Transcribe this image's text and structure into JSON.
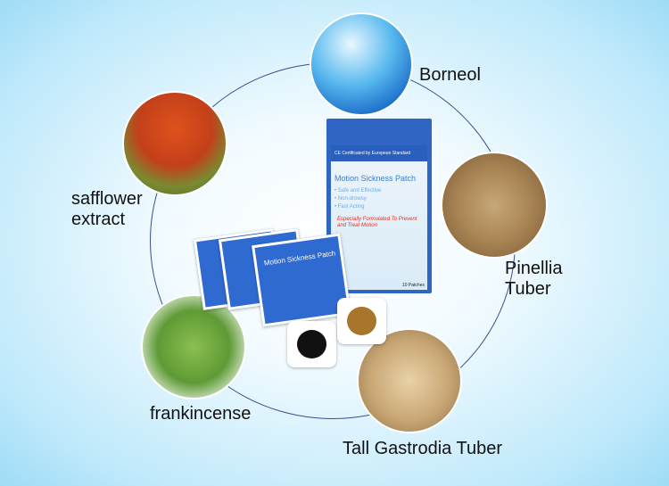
{
  "ingredients": {
    "borneol": "Borneol",
    "safflower": "safflower\nextract",
    "pinellia": "Pinellia\nTuber",
    "frankincense": "frankincense",
    "gastrodia": "Tall Gastrodia Tuber"
  },
  "product": {
    "cert": "CE  Certificated by European Standard",
    "title": "Motion Sickness Patch",
    "bullets": [
      "• Safe and Effective",
      "• Non-drowsy",
      "• Fast Acting"
    ],
    "tagline": "Especially Formulated To Prevent and Treat Motion",
    "count": "10 Patches",
    "pouch_title": "Motion Sickness Patch"
  }
}
